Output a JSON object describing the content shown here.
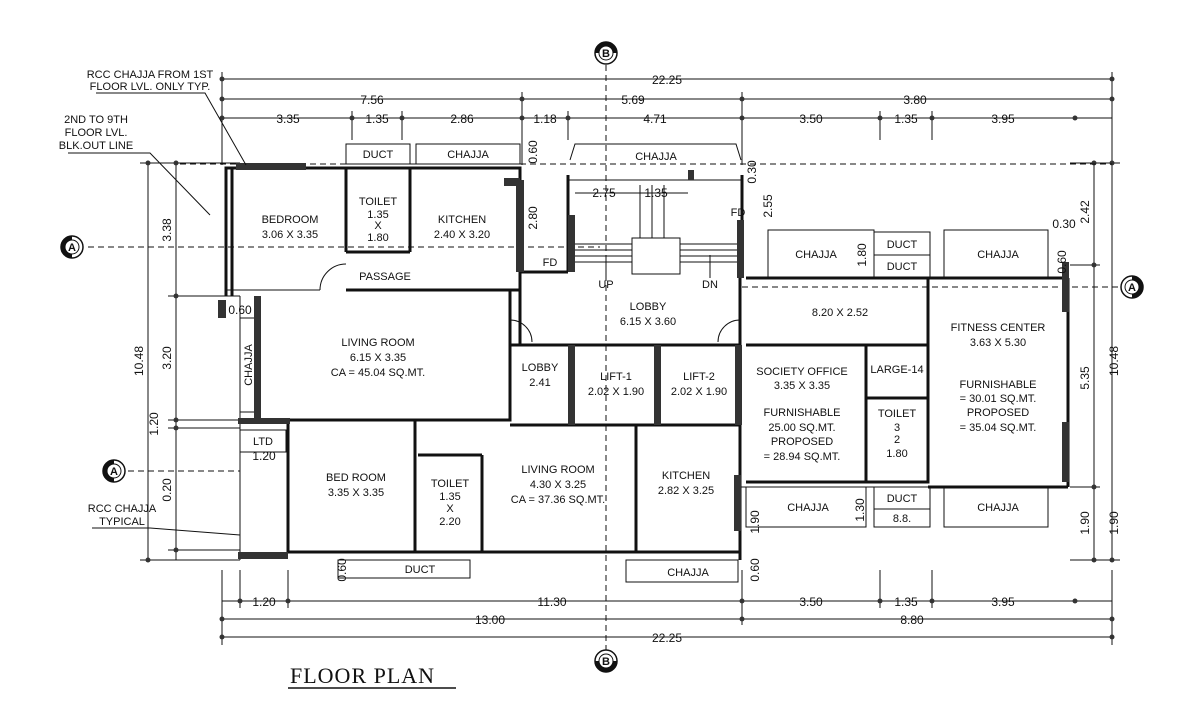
{
  "title": "FLOOR PLAN",
  "grid_markers": {
    "top": "B",
    "bottom": "B",
    "left": "A",
    "right": "A"
  },
  "notes": {
    "rcc_chajja_1st": [
      "RCC CHAJJA FROM 1ST",
      "FLOOR LVL. ONLY TYP."
    ],
    "blk_out": [
      "2ND TO 9TH",
      "FLOOR LVL.",
      "BLK.OUT LINE"
    ],
    "rcc_typical": [
      "RCC CHAJJA",
      "TYPICAL"
    ]
  },
  "rooms": {
    "bedroom1": {
      "name": "BEDROOM",
      "size": "3.06 X 3.35"
    },
    "toilet1": {
      "name": "TOILET",
      "l1": "1.35",
      "l2": "X",
      "l3": "1.80"
    },
    "kitchen1": {
      "name": "KITCHEN",
      "size": "2.40 X 3.20"
    },
    "passage": "PASSAGE",
    "living1": {
      "name": "LIVING ROOM",
      "size": "6.15 X 3.35",
      "ca": "CA = 45.04 SQ.MT."
    },
    "lobby_main": {
      "name": "LOBBY",
      "size": "6.15 X 3.60"
    },
    "lobby_small": {
      "name": "LOBBY",
      "size": "2.41"
    },
    "lift1": {
      "name": "LIFT-1",
      "size": "2.02 X 1.90"
    },
    "lift2": {
      "name": "LIFT-2",
      "size": "2.02 X 1.90"
    },
    "bedroom2": {
      "name": "BED ROOM",
      "size": "3.35 X 3.35"
    },
    "toilet2": {
      "name": "TOILET",
      "l1": "1.35",
      "l2": "X",
      "l3": "2.20"
    },
    "living2": {
      "name": "LIVING ROOM",
      "size": "4.30 X 3.25",
      "ca": "CA = 37.36 SQ.MT."
    },
    "kitchen2": {
      "name": "KITCHEN",
      "size": "2.82 X 3.25"
    },
    "society": {
      "name": "SOCIETY OFFICE",
      "size": "3.35 X 3.35",
      "f": "FURNISHABLE",
      "a1": "25.00 SQ.MT.",
      "p": "PROPOSED",
      "a2": "= 28.94 SQ.MT."
    },
    "fitness": {
      "name": "FITNESS CENTER",
      "size": "3.63 X 5.30",
      "f": "FURNISHABLE",
      "a1": "= 30.01 SQ.MT.",
      "p": "PROPOSED",
      "a2": "= 35.04 SQ.MT."
    },
    "area_820": "8.20 X 2.52",
    "large14": "LARGE-14",
    "toilet3": {
      "name": "TOILET",
      "l1": "3",
      "l2": "2",
      "l3": "1.80"
    },
    "duct": "DUCT",
    "chajja": "CHAJJA",
    "fd": "FD",
    "up": "UP",
    "dn": "DN",
    "ltd": "LTD",
    "b88": "8.8."
  },
  "dims": {
    "top_total": "22.25",
    "top_r2": [
      "7.56",
      "5.69",
      "3.80"
    ],
    "top_r3": [
      "3.35",
      "1.35",
      "2.86",
      "1.18",
      "4.71",
      "3.50",
      "1.35",
      "3.95"
    ],
    "stair": [
      "2.75",
      "1.35"
    ],
    "bottom_r1": [
      "1.20",
      "11.30",
      "3.50",
      "1.35",
      "3.95"
    ],
    "bottom_r2": [
      "13.00",
      "8.80"
    ],
    "bottom_total": "22.25",
    "left_total": "10.48",
    "left_parts": [
      "3.38",
      "3.20",
      "1.20",
      "0.20"
    ],
    "right_total": "10.48",
    "right_parts": [
      "2.42",
      "5.35",
      "1.90"
    ],
    "misc": {
      "d060a": "0.60",
      "d060b": "0.60",
      "d060c": "0.60",
      "d060d": "0.60",
      "d120": "1.20",
      "d280": "2.80",
      "d255": "2.55",
      "d030a": "0.30",
      "d030b": "0.30",
      "d180": "1.80",
      "d130": "1.30",
      "d190a": "1.90",
      "d190b": "1.90"
    }
  }
}
